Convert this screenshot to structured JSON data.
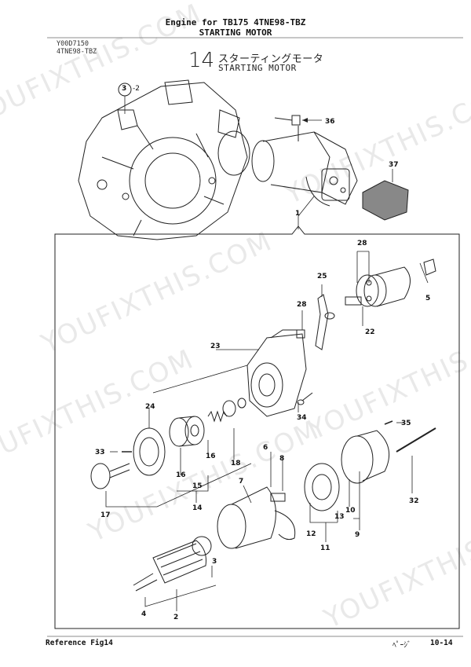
{
  "header": {
    "line1": "Engine for TB175   4TNE98-TBZ",
    "line2": "STARTING MOTOR"
  },
  "meta": {
    "code": "Y00D7150",
    "model": "4TNE98-TBZ"
  },
  "plate": {
    "number": "14",
    "title_jp": "スターティングモータ",
    "title_en": "STARTING MOTOR"
  },
  "ref_circle": {
    "num": "3",
    "suffix": "-2"
  },
  "callouts": [
    "36",
    "37",
    "1",
    "28",
    "25",
    "5",
    "22",
    "23",
    "28",
    "34",
    "24",
    "33",
    "16",
    "15",
    "16",
    "18",
    "14",
    "35",
    "6",
    "7",
    "8",
    "17",
    "32",
    "10",
    "13",
    "12",
    "9",
    "11",
    "3",
    "4",
    "2"
  ],
  "footer": {
    "left": "Reference   Fig14",
    "page_label": "ﾍﾟｰｼﾞ",
    "page_num": "10-14"
  },
  "watermark": "YOUFIXTHIS.COM"
}
